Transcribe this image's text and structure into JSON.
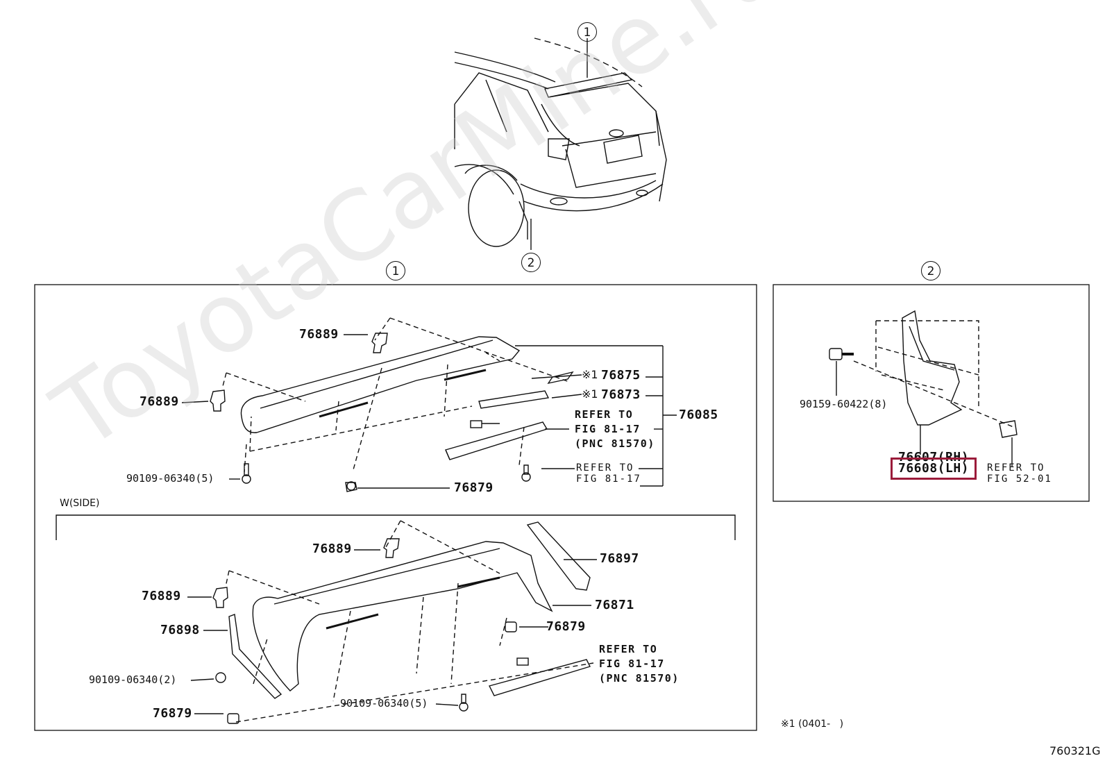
{
  "watermark": "ToyotaCarMine.ru",
  "callouts": {
    "one": "1",
    "two": "2"
  },
  "panel1": {
    "spoiler": {
      "clip_top": "76889",
      "clip_left": "76889",
      "note_mark": "※1",
      "emblem": "76875",
      "tape": "76873",
      "assy": "76085",
      "refer_a_line1": "REFER TO",
      "refer_a_line2": "FIG 81-17",
      "refer_a_line3": "(PNC 81570)",
      "screw": "90109-06340(5)",
      "nut": "76879",
      "refer_b_line1": "REFER TO",
      "refer_b_line2": "FIG 81-17"
    },
    "w_side": {
      "heading": "W(SIDE)",
      "clip_top": "76889",
      "clip_left": "76889",
      "side_cover_r": "76897",
      "side_seal": "76871",
      "nut_right": "76879",
      "side_cover_l": "76898",
      "refer_line1": "REFER TO",
      "refer_line2": "FIG 81-17",
      "refer_line3": "(PNC 81570)",
      "screw_a": "90109-06340(2)",
      "screw_b": "90109-06340(5)",
      "nut_left": "76879"
    }
  },
  "panel2": {
    "screw": "90159-60422(8)",
    "mudguard_rh": "76607(RH)",
    "mudguard_lh": "76608(LH)",
    "refer_line1": "REFER TO",
    "refer_line2": "FIG 52-01"
  },
  "footnote": "※1 (0401-   )",
  "figure_code": "760321G",
  "colors": {
    "highlight": "#9b1b3a",
    "line": "#111111",
    "watermark": "#c8c8c8"
  }
}
